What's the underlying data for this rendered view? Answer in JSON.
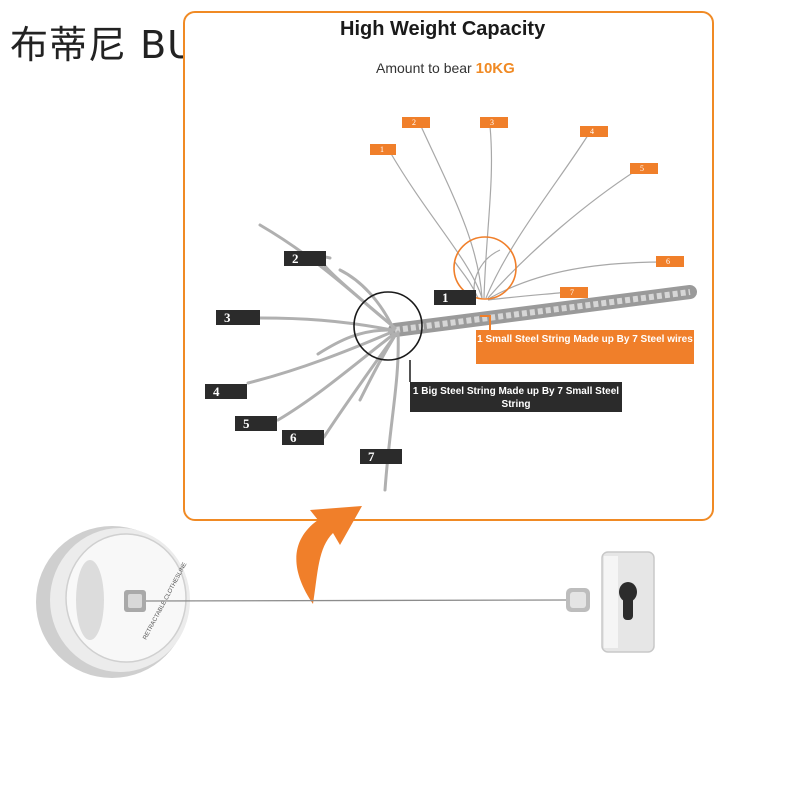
{
  "brand": "布蒂尼 BUDINI",
  "header": {
    "title": "High Weight Capacity",
    "subtitle_prefix": "Amount to bear",
    "subtitle_value": "10KG"
  },
  "small_wire_labels": [
    "1",
    "2",
    "3",
    "4",
    "5",
    "6",
    "7"
  ],
  "strand_labels": [
    "1",
    "2",
    "3",
    "4",
    "5",
    "6",
    "7"
  ],
  "callouts": {
    "small_string": "1 Small Steel String Made up By 7 Steel wires",
    "big_string": "1 Big Steel String Made up By 7 Small Steel String"
  },
  "colors": {
    "accent": "#f07f2a",
    "dark_label": "#2b2b2b",
    "steel": "#b8b8b8"
  }
}
